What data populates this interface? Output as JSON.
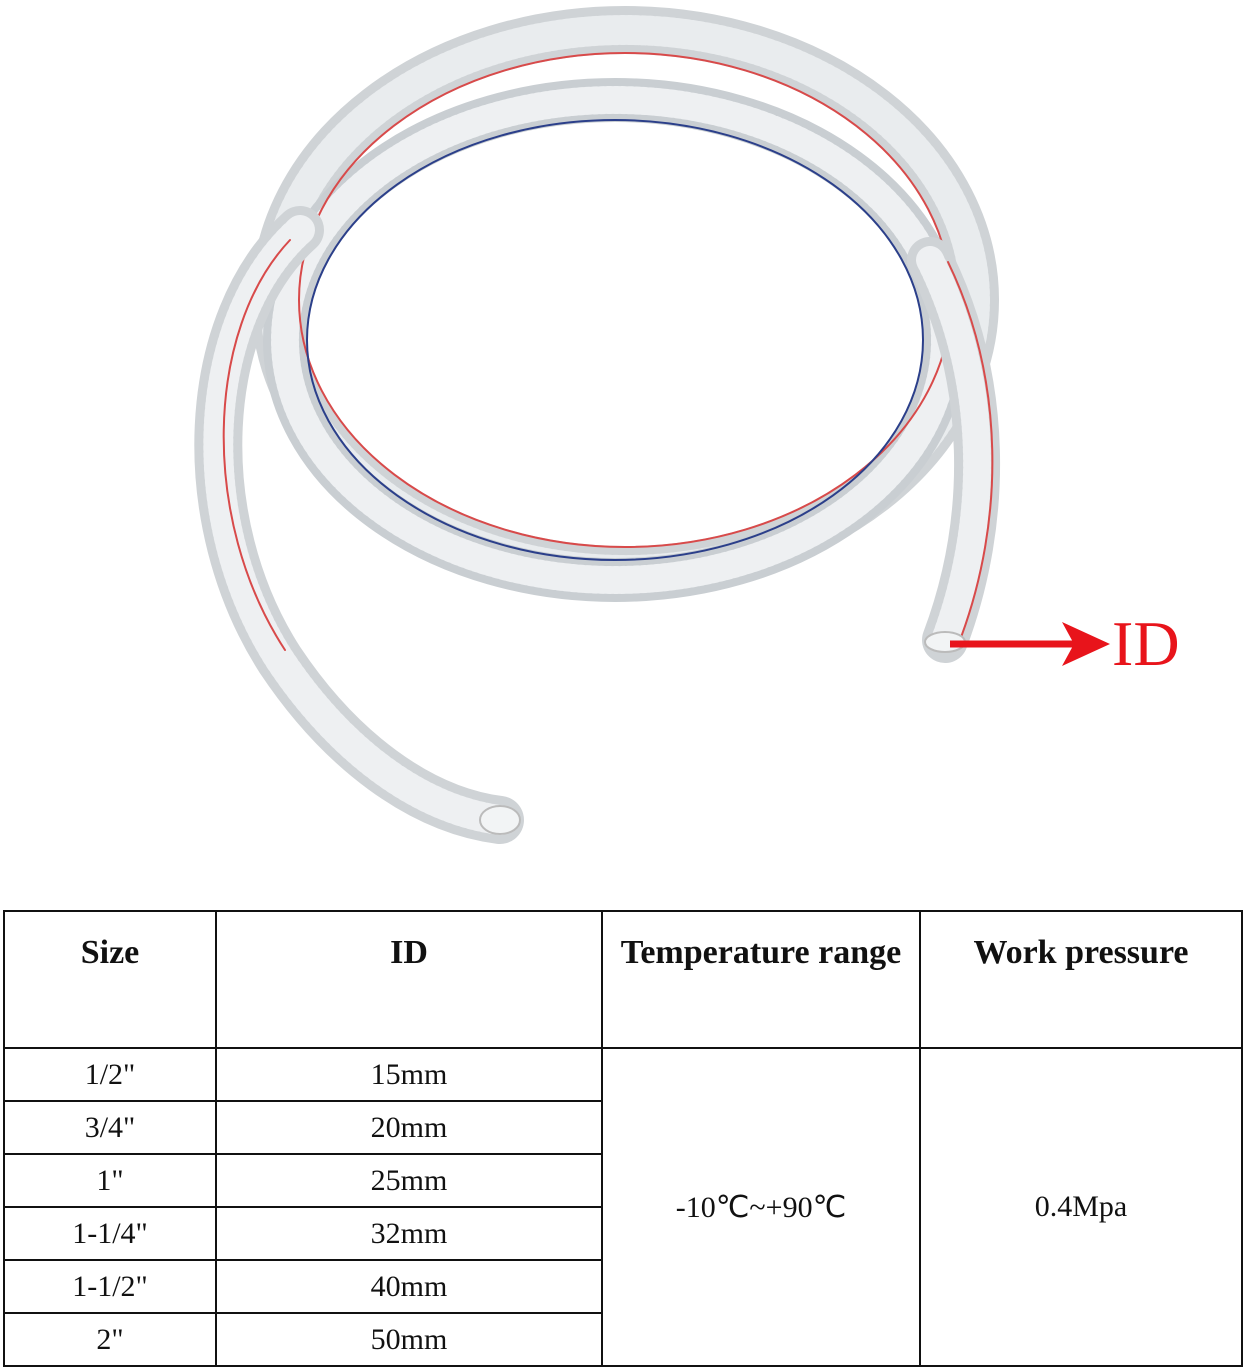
{
  "callout": {
    "label": "ID",
    "color": "#e8141b"
  },
  "table": {
    "headers": [
      "Size",
      "ID",
      "Temperature range",
      "Work pressure"
    ],
    "rows": [
      {
        "size": "1/2\"",
        "id": "15mm"
      },
      {
        "size": "3/4\"",
        "id": "20mm"
      },
      {
        "size": "1\"",
        "id": "25mm"
      },
      {
        "size": "1-1/4\"",
        "id": "32mm"
      },
      {
        "size": "1-1/2\"",
        "id": "40mm"
      },
      {
        "size": "2\"",
        "id": "50mm"
      }
    ],
    "temperature_range": "-10℃~+90℃",
    "work_pressure": "0.4Mpa"
  }
}
